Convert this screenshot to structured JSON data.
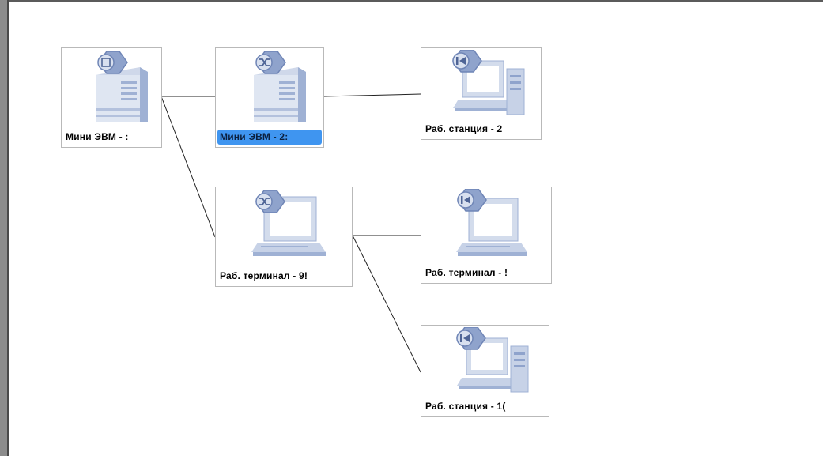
{
  "nodes": [
    {
      "id": "n1",
      "label": "Мини ЭВМ - :",
      "type": "server",
      "badge": "server-octagon-icon"
    },
    {
      "id": "n2",
      "label": "Мини ЭВМ - 2:",
      "type": "server",
      "badge": "shuffle-icon",
      "selected": true
    },
    {
      "id": "n3",
      "label": "Раб. станция - 2",
      "type": "workstation",
      "badge": "skip-back-icon"
    },
    {
      "id": "n4",
      "label": "Раб. терминал - 9!",
      "type": "terminal",
      "badge": "shuffle-icon"
    },
    {
      "id": "n5",
      "label": "Раб. терминал - !",
      "type": "terminal",
      "badge": "skip-back-icon"
    },
    {
      "id": "n6",
      "label": "Раб. станция - 1(",
      "type": "workstation",
      "badge": "skip-back-icon"
    }
  ],
  "links": [
    [
      "n1",
      "n2"
    ],
    [
      "n2",
      "n3"
    ],
    [
      "n1",
      "n4"
    ],
    [
      "n4",
      "n5"
    ],
    [
      "n4",
      "n6"
    ]
  ],
  "colors": {
    "selection": "#3f95f0",
    "icon_light": "#d3dcec",
    "icon_mid": "#9fb1d4",
    "icon_dark": "#6f85b6"
  }
}
